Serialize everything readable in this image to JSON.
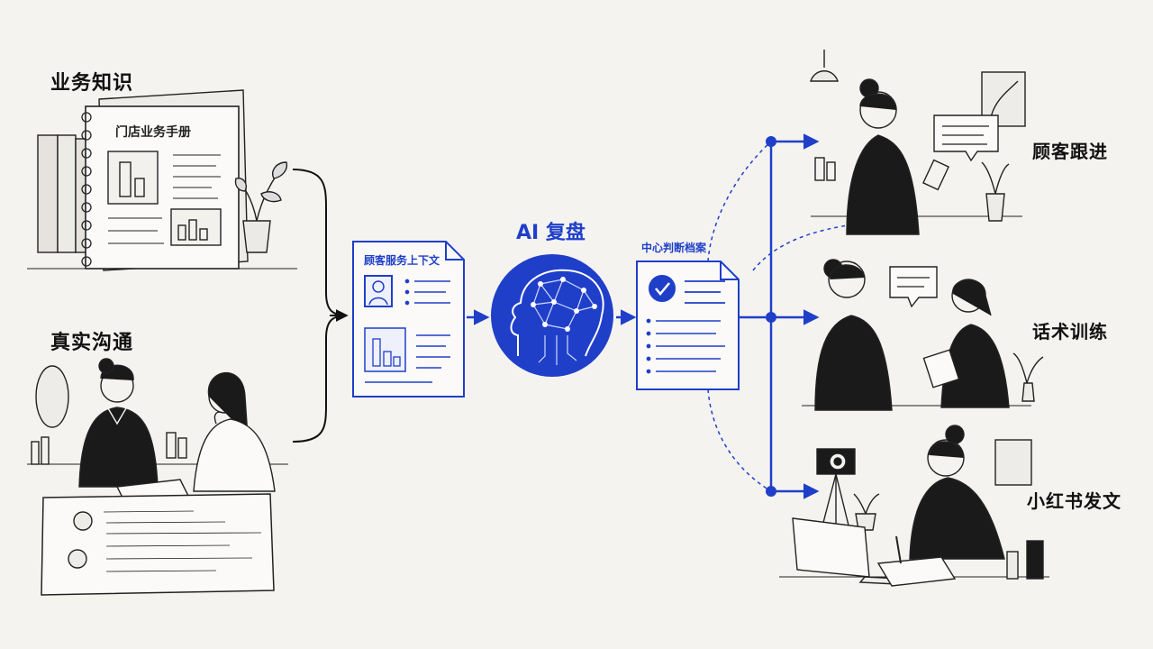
{
  "sources": {
    "knowledge_label": "业务知识",
    "manual_title": "门店业务手册",
    "communication_label": "真实沟通"
  },
  "pipeline": {
    "context_doc_title": "顾客服务上下文",
    "ai_title": "AI 复盘",
    "archive_title": "中心判断档案"
  },
  "outputs": [
    {
      "label": "顾客跟进"
    },
    {
      "label": "话术训练"
    },
    {
      "label": "小红书发文"
    }
  ],
  "colors": {
    "accent": "#1f3fc9",
    "ink": "#1a1a1a",
    "paper": "#f5f3f0"
  }
}
